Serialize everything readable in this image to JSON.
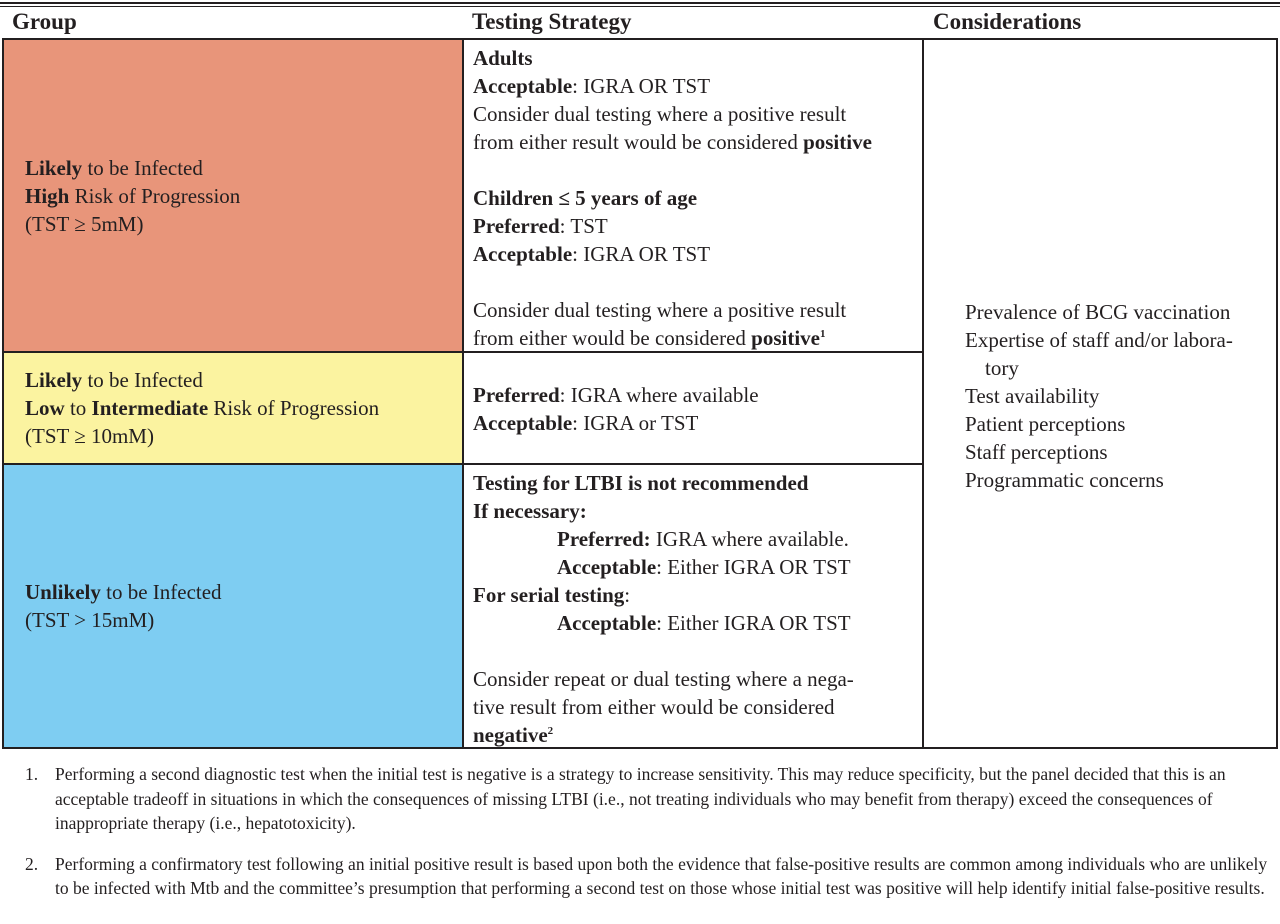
{
  "headers": {
    "group": "Group",
    "strategy": "Testing Strategy",
    "considerations": "Considerations"
  },
  "colors": {
    "high_risk": "#e8957a",
    "intermediate_risk": "#fbf3a0",
    "low_risk": "#7ecdf2",
    "border": "#231f20"
  },
  "rows": [
    {
      "group": {
        "l1_bold": "Likely",
        "l1_rest": " to be Infected",
        "l2_bold": "High",
        "l2_rest": " Risk of Progression",
        "l3": "(TST ≥ 5mM)"
      },
      "strategy": {
        "adults_title": "Adults",
        "acc_label": "Acceptable",
        "acc_value": ": IGRA OR TST",
        "dual1_line1": "Consider dual testing where a positive result",
        "dual1_line2_pre": "from either result would be considered ",
        "dual1_line2_bold": "positive",
        "children_title": "Children ≤ 5 years of age",
        "pref_label": "Preferred",
        "pref_value": ": TST",
        "acc2_label": "Acceptable",
        "acc2_value": ": IGRA OR TST",
        "dual2_line1": "Consider dual testing where a positive result",
        "dual2_line2_pre": "from either would be considered ",
        "dual2_line2_bold": "positive",
        "dual2_sup": "1"
      }
    },
    {
      "group": {
        "l1_bold": "Likely",
        "l1_rest": " to be Infected",
        "l2_bold_a": "Low",
        "l2_mid": " to ",
        "l2_bold_b": "Intermediate",
        "l2_rest": " Risk of Progression",
        "l3": "(TST ≥ 10mM)"
      },
      "strategy": {
        "pref_label": "Preferred",
        "pref_value": ": IGRA where available",
        "acc_label": "Acceptable",
        "acc_value": ": IGRA or TST"
      }
    },
    {
      "group": {
        "l1_bold": "Unlikely",
        "l1_rest": " to be Infected",
        "l2": "(TST > 15mM)"
      },
      "strategy": {
        "not_recommended": "Testing for LTBI is not recommended",
        "if_necessary": "If necessary:",
        "pref_label": "Preferred:",
        "pref_value": " IGRA where available.",
        "acc_label": "Acceptable",
        "acc_value": ": Either IGRA OR TST",
        "serial_label": "For serial testing",
        "serial_colon": ":",
        "acc2_label": "Acceptable",
        "acc2_value": ": Either IGRA OR TST",
        "repeat_line1": "Consider repeat or dual testing where a nega-",
        "repeat_line2": "tive result from either would be considered",
        "repeat_line3_bold": "negative",
        "repeat_sup": "2"
      }
    }
  ],
  "considerations": {
    "items": [
      "Prevalence of BCG vaccination",
      "Expertise of staff and/or labora- tory",
      "Test availability",
      "Patient perceptions",
      "Staff perceptions",
      "Programmatic concerns"
    ]
  },
  "footnotes": [
    {
      "num": "1.",
      "text": "Performing a second diagnostic test when the initial test is negative is a strategy to increase sensitivity. This may reduce specificity, but the panel decided that this is an acceptable tradeoff in situations in which the consequences of missing LTBI (i.e., not treating individuals who may benefit from therapy) exceed the consequences of inappropriate therapy (i.e., hepatotoxicity)."
    },
    {
      "num": "2.",
      "text": "Performing a confirmatory test following an initial positive result is based upon both the evidence that false-positive results are common among individuals who are unlikely to be infected with Mtb and the committee’s presumption that performing a second test on those whose initial test was positive will help identify initial false-positive results."
    }
  ]
}
